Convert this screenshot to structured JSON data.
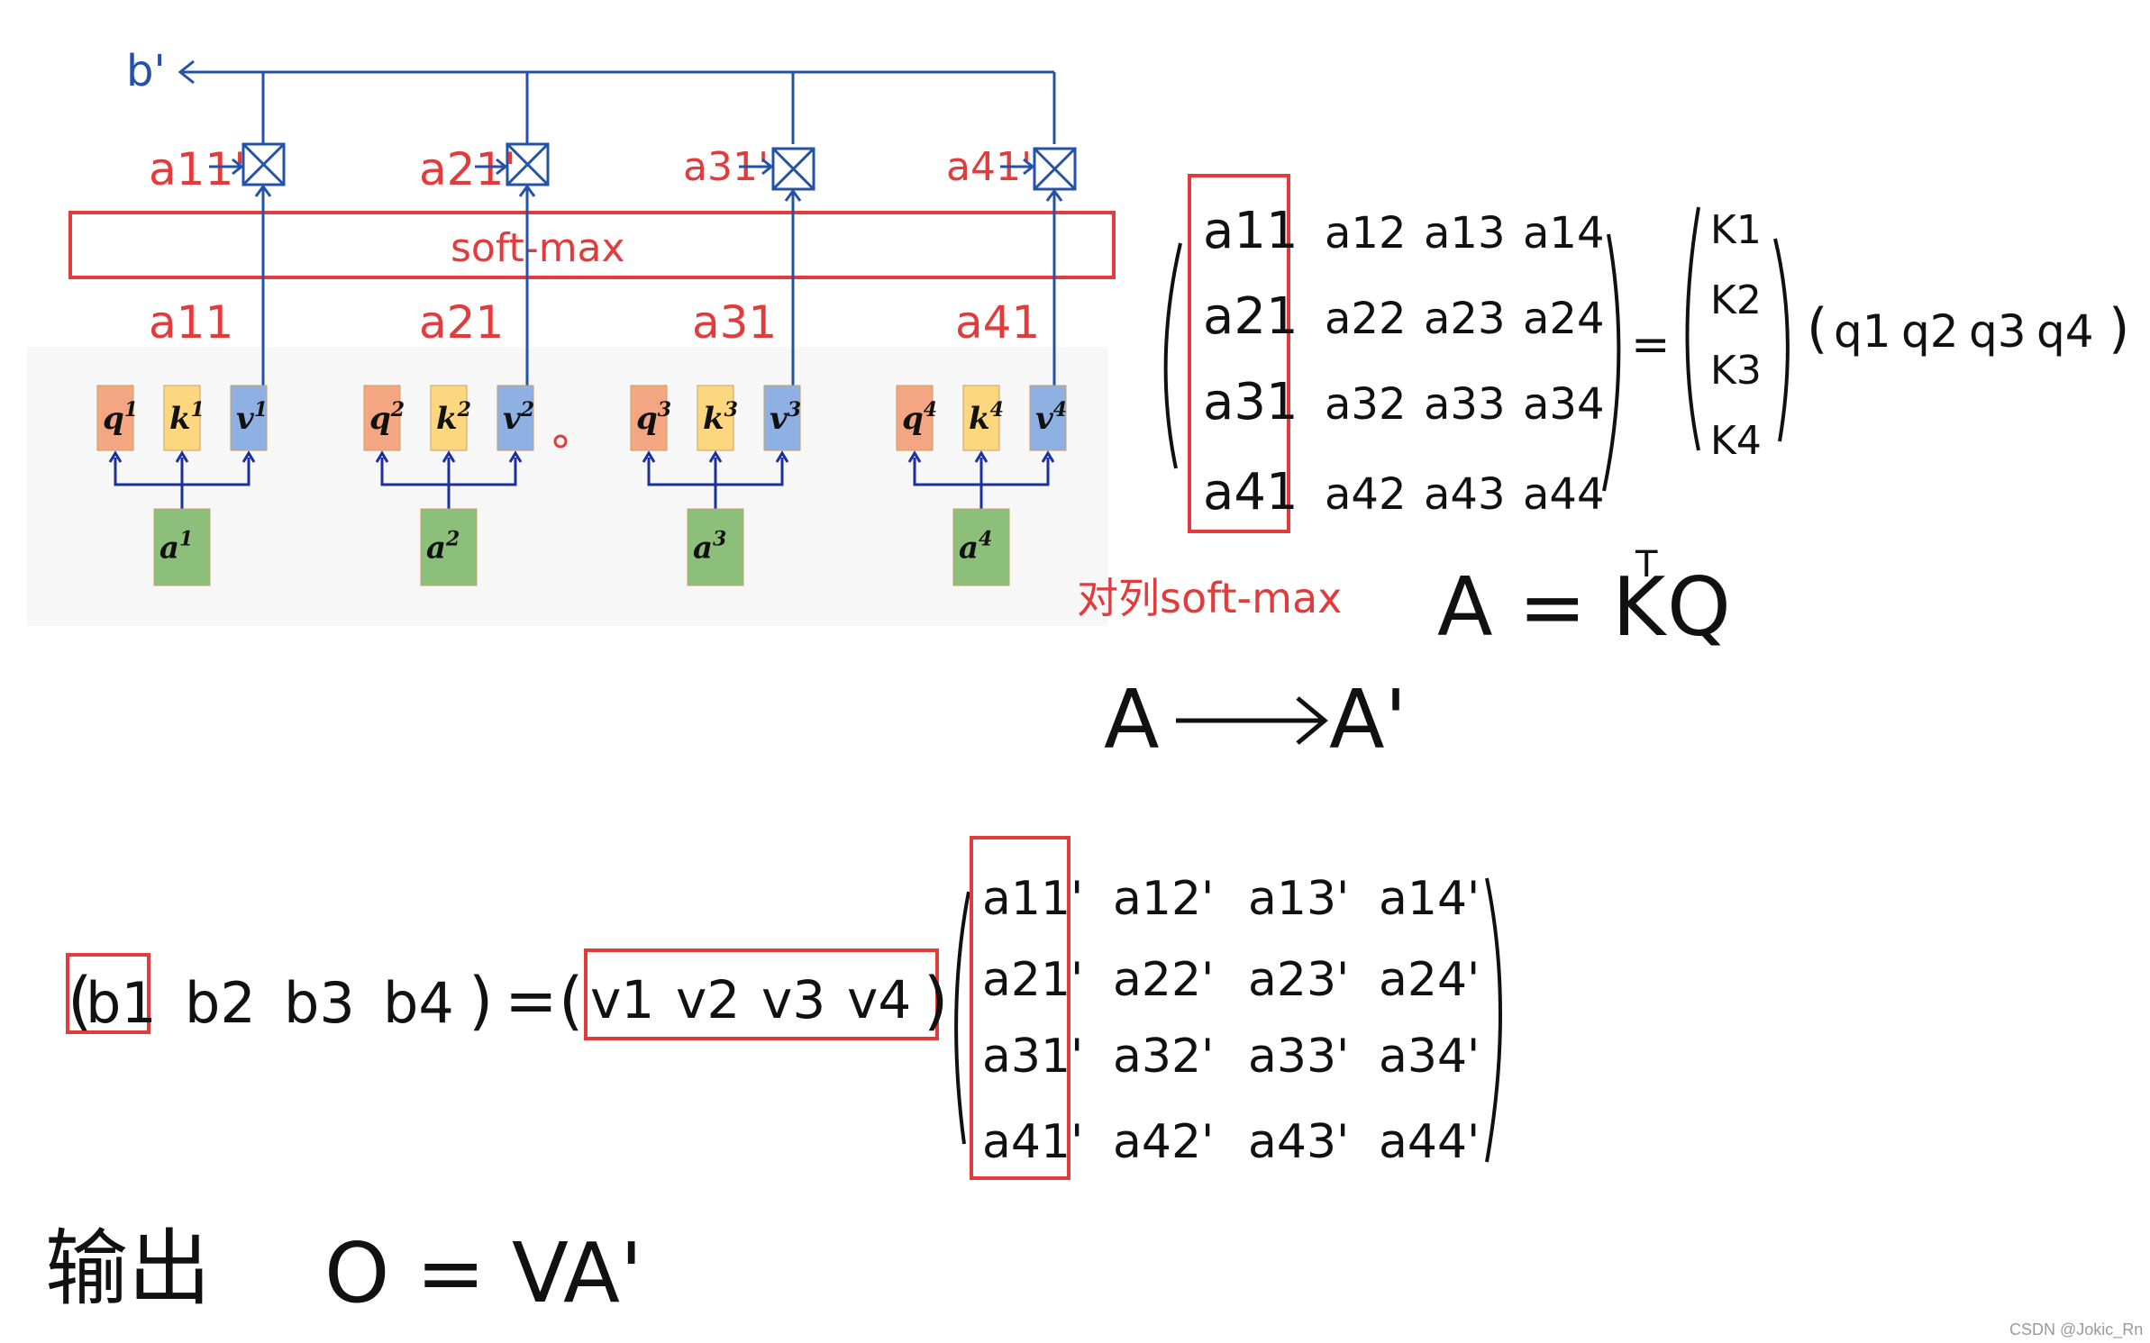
{
  "colors": {
    "ink": "#111111",
    "red": "#e23b3b",
    "blue": "#2452a8",
    "navy": "#1c2fa0",
    "q_fill": "#f4a582",
    "k_fill": "#fcd77f",
    "v_fill": "#8fb0e3",
    "a_fill": "#8cbf7a"
  },
  "diagram": {
    "output_label": "b'",
    "softmax_label": "soft-max",
    "scores": [
      "a11",
      "a21",
      "a31",
      "a41"
    ],
    "scores_prime": [
      "a11'",
      "a21'",
      "a31'",
      "a41'"
    ],
    "columns": [
      {
        "q": "q",
        "k": "k",
        "v": "v",
        "sup": "1",
        "a": "a"
      },
      {
        "q": "q",
        "k": "k",
        "v": "v",
        "sup": "2",
        "a": "a"
      },
      {
        "q": "q",
        "k": "k",
        "v": "v",
        "sup": "3",
        "a": "a"
      },
      {
        "q": "q",
        "k": "k",
        "v": "v",
        "sup": "4",
        "a": "a"
      }
    ]
  },
  "matrix_A": {
    "rows": [
      [
        "a11",
        "a12",
        "a13",
        "a14"
      ],
      [
        "a21",
        "a22",
        "a23",
        "a24"
      ],
      [
        "a31",
        "a32",
        "a33",
        "a34"
      ],
      [
        "a41",
        "a42",
        "a43",
        "a44"
      ]
    ],
    "equals": "=",
    "K_column": [
      "K1",
      "K2",
      "K3",
      "K4"
    ],
    "Q_row": [
      "q1",
      "q2",
      "q3",
      "q4"
    ]
  },
  "notes": {
    "column_softmax": "对列soft-max",
    "eq_A": "A = K",
    "eq_A_sup": "T",
    "eq_A_tail": "Q",
    "A_arrow_left": "A",
    "A_arrow_right": "A'"
  },
  "output_eq": {
    "b_row": [
      "b1",
      "b2",
      "b3",
      "b4"
    ],
    "v_row": [
      "v1",
      "v2",
      "v3",
      "v4"
    ],
    "equals": "=",
    "A_prime_rows": [
      [
        "a11'",
        "a12'",
        "a13'",
        "a14'"
      ],
      [
        "a21'",
        "a22'",
        "a23'",
        "a24'"
      ],
      [
        "a31'",
        "a32'",
        "a33'",
        "a34'"
      ],
      [
        "a41'",
        "a42'",
        "a43'",
        "a44'"
      ]
    ]
  },
  "final": {
    "label": "输出",
    "equation": "O = VA'"
  },
  "watermark": "CSDN @Jokic_Rn"
}
